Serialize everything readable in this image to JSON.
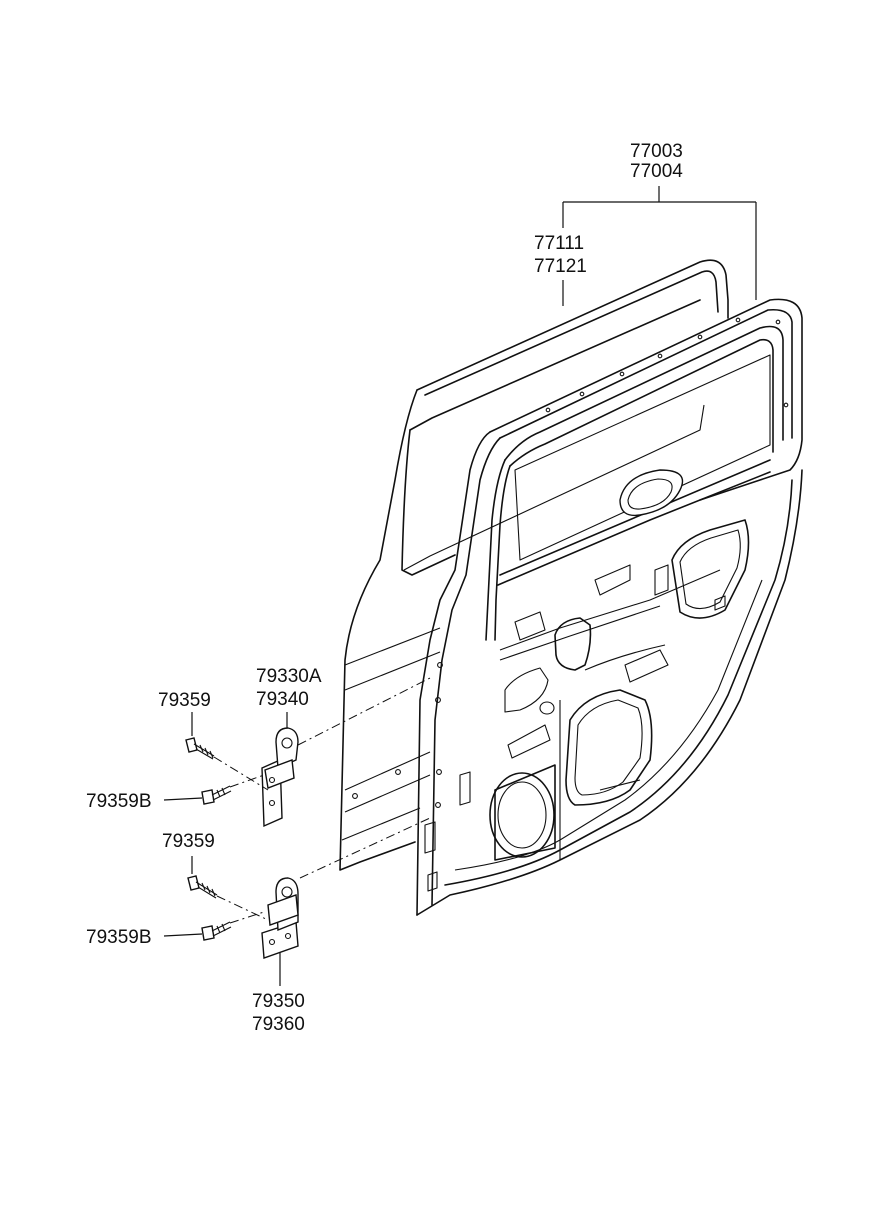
{
  "labels": {
    "door_assy_a": "77003",
    "door_assy_b": "77004",
    "panel_a": "77111",
    "panel_b": "77121",
    "upper_hinge_a": "79330A",
    "upper_hinge_b": "79340",
    "upper_bolt": "79359",
    "upper_bolt_b": "79359B",
    "lower_bolt": "79359",
    "lower_bolt_b": "79359B",
    "lower_hinge_a": "79350",
    "lower_hinge_b": "79360"
  }
}
